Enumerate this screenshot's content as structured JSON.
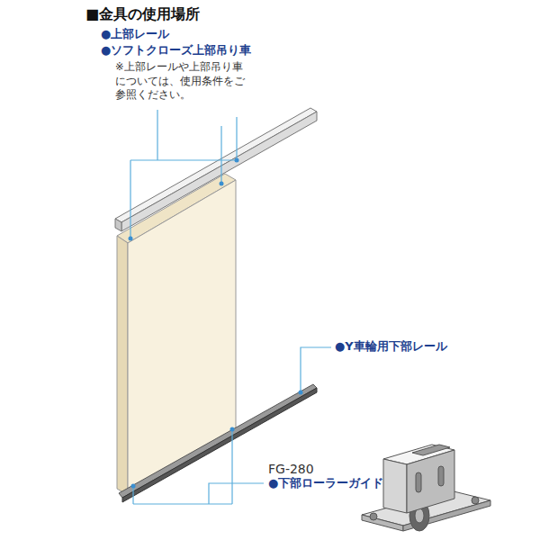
{
  "diagram": {
    "title": "■金具の使用場所",
    "labels": [
      "●上部レール",
      "●ソフトクローズ上部吊り車",
      "※上部レールや上部吊り車については、使用条件をご参照ください。",
      "●Y車輪用下部レール",
      "FG-280",
      "●下部ローラーガイド"
    ]
  }
}
